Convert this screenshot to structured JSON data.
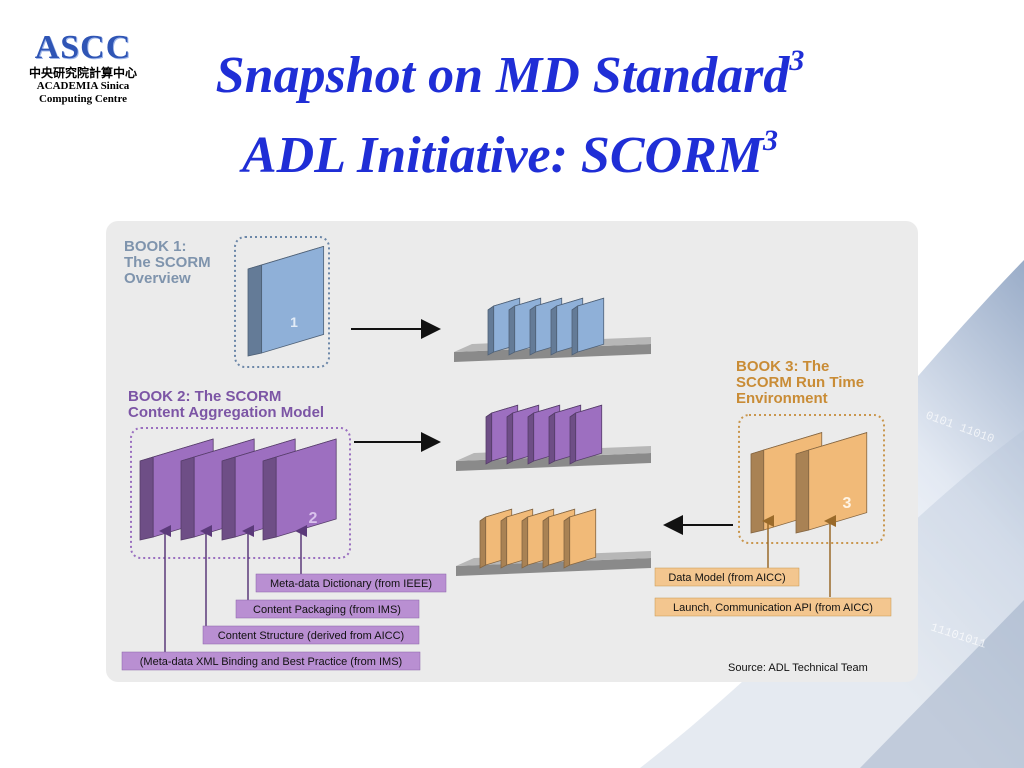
{
  "logo": {
    "mark": "ASCC",
    "chinese": "中央研究院計算中心",
    "line1": "ACADEMIA Sinica",
    "line2": "Computing Centre"
  },
  "title": {
    "line1": "Snapshot on MD Standard",
    "line1_sup": "3",
    "line2": "ADL Initiative: SCORM",
    "line2_sup": "3"
  },
  "colors": {
    "title": "#1f2ed6",
    "book1": "#8fb0d8",
    "book2": "#9d6fc0",
    "book3": "#f1ba78",
    "label2": "#b98fd2",
    "label3": "#f3c68f",
    "book1_heading": "#7f94ad",
    "book2_heading": "#7c55a5",
    "book3_heading": "#c98c36",
    "panel": "#ebebeb"
  },
  "diagram": {
    "book1": {
      "lines": [
        "BOOK 1:",
        "The SCORM",
        "Overview"
      ],
      "number": "1"
    },
    "book2": {
      "lines": [
        "BOOK 2: The SCORM",
        "Content Aggregation Model"
      ],
      "number": "2"
    },
    "book3": {
      "lines": [
        "BOOK 3: The",
        "SCORM Run Time",
        "Environment"
      ],
      "number": "3"
    },
    "labels_book2": [
      "Meta-data Dictionary (from IEEE)",
      "Content Packaging (from IMS)",
      "Content Structure (derived from AICC)",
      "(Meta-data XML Binding and Best Practice (from IMS)"
    ],
    "labels_book3": [
      "Data Model (from AICC)",
      "Launch, Communication API (from AICC)"
    ],
    "source": "Source: ADL Technical Team"
  }
}
